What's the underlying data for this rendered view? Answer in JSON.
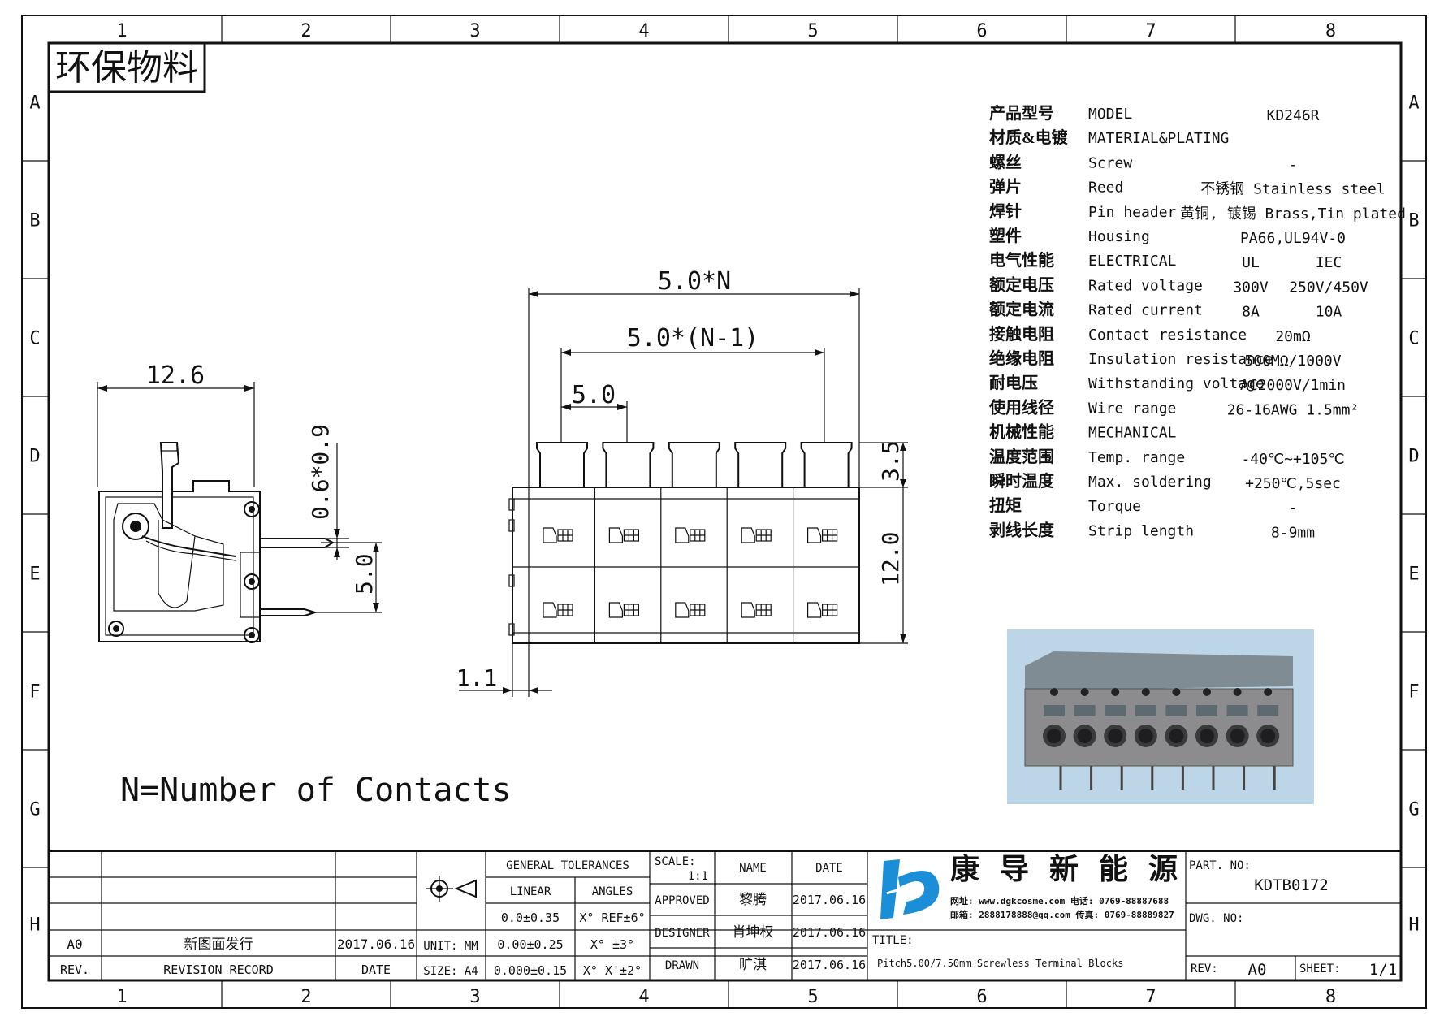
{
  "frame": {
    "col_labels": [
      "1",
      "2",
      "3",
      "4",
      "5",
      "6",
      "7",
      "8"
    ],
    "row_labels": [
      "A",
      "B",
      "C",
      "D",
      "E",
      "F",
      "G",
      "H"
    ]
  },
  "stamp": "环保物料",
  "specs": [
    {
      "cn": "产品型号",
      "en": "MODEL",
      "v1": "KD246R",
      "v2": ""
    },
    {
      "cn": "材质&电镀",
      "en": "MATERIAL&PLATING",
      "v1": "",
      "v2": ""
    },
    {
      "cn": "螺丝",
      "en": "Screw",
      "v1": "-",
      "v2": ""
    },
    {
      "cn": "弹片",
      "en": "Reed",
      "v1": "不锈钢 Stainless steel",
      "v2": ""
    },
    {
      "cn": "焊针",
      "en": "Pin header",
      "v1": "黄铜, 镀锡 Brass,Tin plated",
      "v2": ""
    },
    {
      "cn": "塑件",
      "en": "Housing",
      "v1": "PA66,UL94V-0",
      "v2": ""
    },
    {
      "cn": "电气性能",
      "en": "ELECTRICAL",
      "v1": "UL",
      "v2": "IEC"
    },
    {
      "cn": "额定电压",
      "en": "Rated voltage",
      "v1": "300V",
      "v2": "250V/450V"
    },
    {
      "cn": "额定电流",
      "en": "Rated current",
      "v1": "8A",
      "v2": "10A"
    },
    {
      "cn": "接触电阻",
      "en": "Contact resistance",
      "v1": "20mΩ",
      "v2": ""
    },
    {
      "cn": "绝缘电阻",
      "en": "Insulation resistance",
      "v1": "500MΩ/1000V",
      "v2": ""
    },
    {
      "cn": "耐电压",
      "en": "Withstanding voltage",
      "v1": "AC2000V/1min",
      "v2": ""
    },
    {
      "cn": "使用线径",
      "en": "Wire range",
      "v1": "26-16AWG 1.5mm²",
      "v2": ""
    },
    {
      "cn": "机械性能",
      "en": "MECHANICAL",
      "v1": "",
      "v2": ""
    },
    {
      "cn": "温度范围",
      "en": "Temp. range",
      "v1": "-40℃~+105℃",
      "v2": ""
    },
    {
      "cn": "瞬时温度",
      "en": "Max. soldering",
      "v1": "+250℃,5sec",
      "v2": ""
    },
    {
      "cn": "扭矩",
      "en": "Torque",
      "v1": "-",
      "v2": ""
    },
    {
      "cn": "剥线长度",
      "en": "Strip length",
      "v1": "8-9mm",
      "v2": ""
    }
  ],
  "dims": {
    "side_width": "12.6",
    "pin_size": "0.6*0.9",
    "pin_pitch_row": "5.0",
    "total_length": "5.0*N",
    "span_length": "5.0*(N-1)",
    "pitch": "5.0",
    "top_height": "3.5",
    "body_height": "12.0",
    "offset": "1.1"
  },
  "note": "N=Number of Contacts",
  "title_block": {
    "general_tolerances": "GENERAL TOLERANCES",
    "linear": "LINEAR",
    "angles": "ANGLES",
    "tol_rows": [
      {
        "lin": "0.0±0.35",
        "ang": "X° REF±6°"
      },
      {
        "lin": "0.00±0.25",
        "ang": "X° ±3°"
      },
      {
        "lin": "0.000±0.15",
        "ang": "X° X'±2°"
      }
    ],
    "unit": "UNIT: MM",
    "size": "SIZE: A4",
    "scale_label": "SCALE:",
    "scale_value": "1:1",
    "name_header": "NAME",
    "date_header": "DATE",
    "approved": "APPROVED",
    "approved_name": "黎腾",
    "approved_date": "2017.06.16",
    "designer": "DESIGNER",
    "designer_name": "肖坤权",
    "designer_date": "2017.06.16",
    "drawn": "DRAWN",
    "drawn_name": "旷淇",
    "drawn_date": "2017.06.16",
    "company_name": "康 导 新 能 源",
    "company_line1": "网址: www.dgkcosme.com  电话: 0769-88887688",
    "company_line2": "邮箱: 2888178888@qq.com 传真: 0769-88889827",
    "title_label": "TITLE:",
    "title": "Pitch5.00/7.50mm Screwless Terminal Blocks",
    "part_no_label": "PART. NO:",
    "part_no": "KDTB0172",
    "dwg_no_label": "DWG. NO:",
    "rev_label": "REV:",
    "rev_value": "A0",
    "sheet_label": "SHEET:",
    "sheet_value": "1/1",
    "rev_entry": {
      "rev": "A0",
      "record": "新图面发行",
      "date": "2017.06.16"
    },
    "rev_header": {
      "rev": "REV.",
      "record": "REVISION RECORD",
      "date": "DATE"
    }
  },
  "colors": {
    "photo_bg": "#bcd6e8",
    "part_body": "#8c8c8e",
    "logo_blue": "#1a8ed6"
  }
}
